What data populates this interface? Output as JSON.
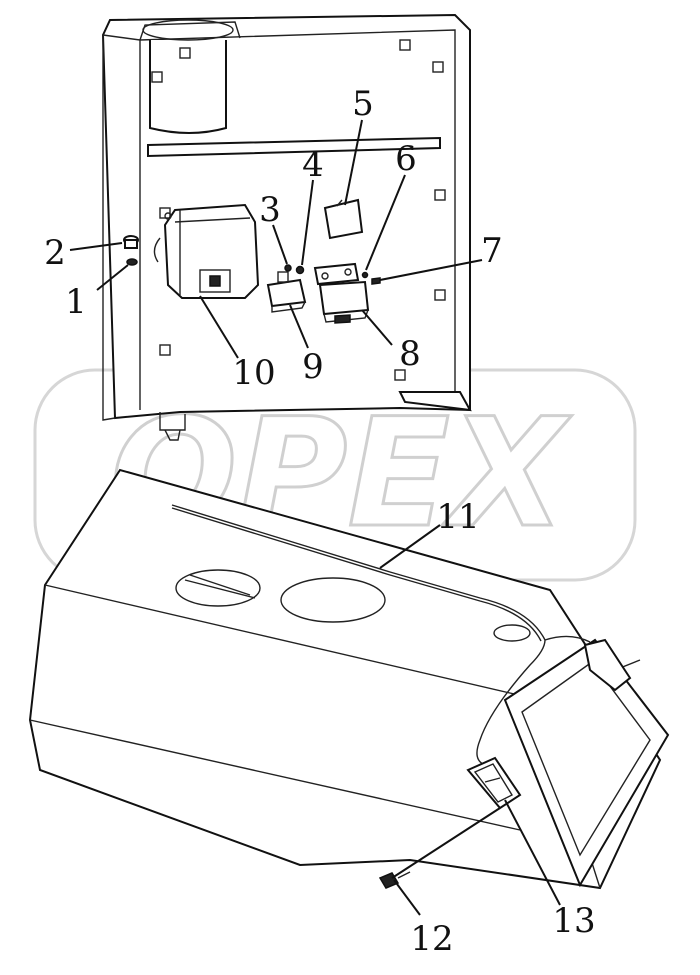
{
  "watermark": {
    "text": "OPEX"
  },
  "callouts": [
    {
      "id": "1",
      "label": "1"
    },
    {
      "id": "2",
      "label": "2"
    },
    {
      "id": "3",
      "label": "3"
    },
    {
      "id": "4",
      "label": "4"
    },
    {
      "id": "5",
      "label": "5"
    },
    {
      "id": "6",
      "label": "6"
    },
    {
      "id": "7",
      "label": "7"
    },
    {
      "id": "8",
      "label": "8"
    },
    {
      "id": "9",
      "label": "9"
    },
    {
      "id": "10",
      "label": "10"
    },
    {
      "id": "11",
      "label": "11"
    },
    {
      "id": "12",
      "label": "12"
    },
    {
      "id": "13",
      "label": "13"
    }
  ]
}
